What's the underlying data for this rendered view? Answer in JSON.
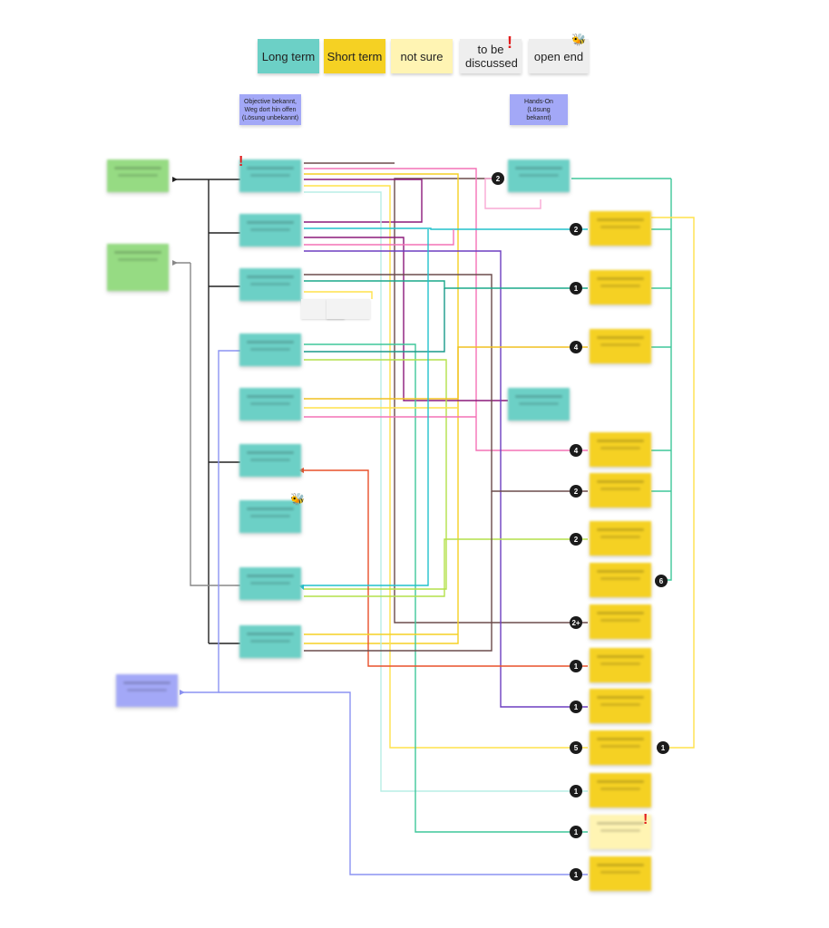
{
  "legend": {
    "long_term": "Long term",
    "short_term": "Short term",
    "not_sure": "not sure",
    "to_be_discussed": "to be discussed",
    "open_end": "open end"
  },
  "headers": {
    "objective": "Objective bekannt, Weg dort hin offen (Lösung unbekannt)",
    "hands_on": "Hands-On (Lösung bekannt)"
  },
  "colors": {
    "teal": "#6cd0c6",
    "yellow": "#f5d123",
    "pale_yellow": "#fff4b3",
    "green": "#96db83",
    "blue": "#a3a8f7",
    "grey": "#eeeeee",
    "exclamation": "#e11d1d"
  },
  "icons": {
    "exclamation": "red-exclamation-icon",
    "open_end": "bee-icon"
  },
  "badges": [
    "2",
    "2",
    "1",
    "4",
    "4",
    "2",
    "2",
    "6",
    "2+",
    "1",
    "1",
    "5",
    "1",
    "1",
    "1",
    "1"
  ]
}
